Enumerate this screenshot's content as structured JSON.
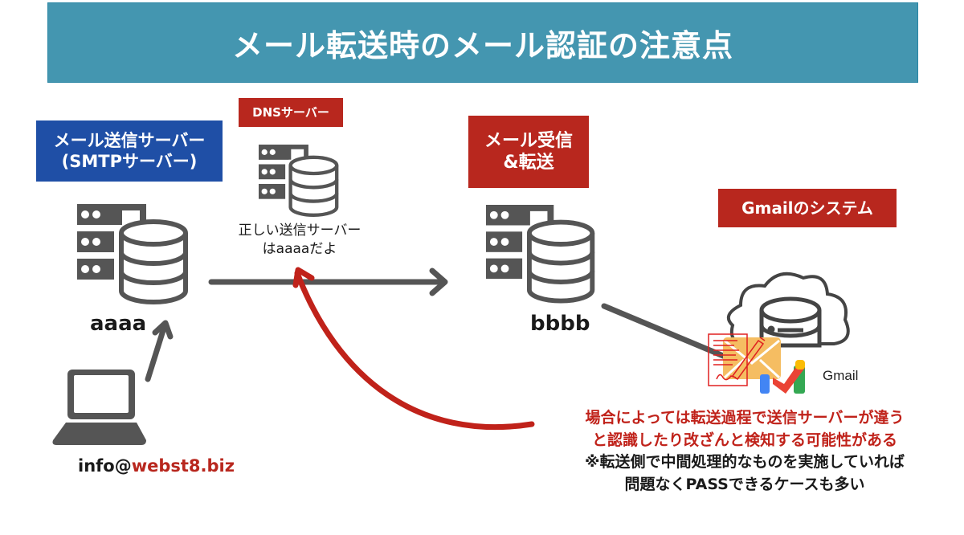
{
  "title": "メール転送時のメール認証の注意点",
  "labels": {
    "smtp_server": [
      "メール送信サーバー",
      "(SMTPサーバー)"
    ],
    "dns_server": "DNSサーバー",
    "receive_forward": [
      "メール受信",
      "&転送"
    ],
    "gmail_system": "Gmailのシステム"
  },
  "servers": {
    "sender_name": "aaaa",
    "forwarder_name": "bbbb"
  },
  "dns_note": [
    "正しい送信サーバー",
    "はaaaaだよ"
  ],
  "sender_address": {
    "local": "info@",
    "domain": "webst8.biz"
  },
  "gmail_logo_text": "Gmail",
  "warning": {
    "red_lines": [
      "場合によっては転送過程で送信サーバーが違う",
      "と認識したり改ざんと検知する可能性がある"
    ],
    "note_lines": [
      "※転送側で中間処理的なものを実施していれば",
      "問題なくPASSできるケースも多い"
    ]
  },
  "colors": {
    "title_bg": "#4496b0",
    "blue_label": "#1f4fa6",
    "red_label": "#b8271e",
    "icon_gray": "#555555",
    "red_arrow": "#c0221a"
  },
  "icons": {
    "server": "server-database-icon",
    "laptop": "laptop-icon",
    "cloud": "cloud-database-icon",
    "envelope": "envelope-icon",
    "signed_document": "signed-document-icon",
    "gmail": "gmail-logo-icon"
  }
}
